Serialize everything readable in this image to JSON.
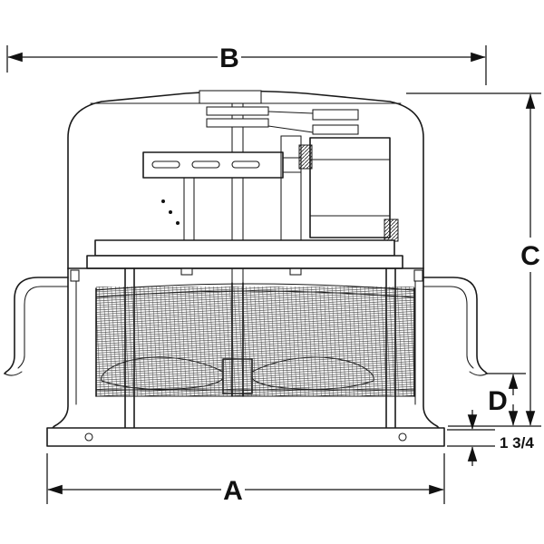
{
  "dimensions": {
    "a": "A",
    "b": "B",
    "c": "C",
    "d": "D",
    "base_thickness": "1 3/4"
  },
  "colors": {
    "line_color": "#1a1a1a",
    "background": "#ffffff"
  }
}
